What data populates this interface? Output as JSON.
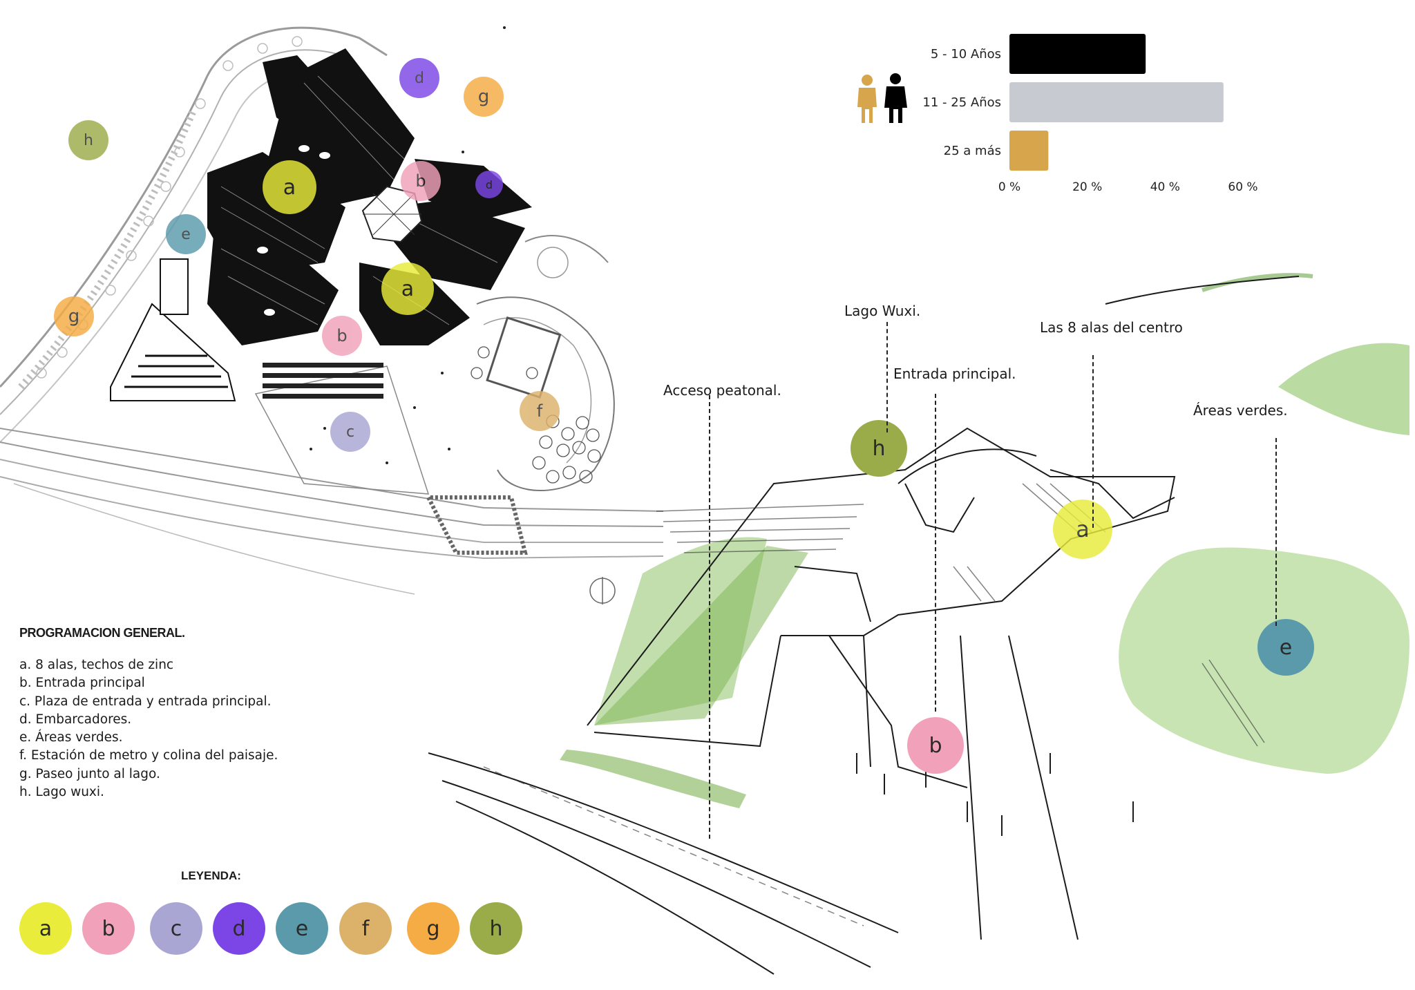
{
  "colors": {
    "a": "#e9ec3a",
    "b": "#f1a1b9",
    "c": "#a9a6d3",
    "d": "#7c46e6",
    "e": "#5a9aab",
    "f": "#dcb26b",
    "g": "#f5ac44",
    "h": "#9aac4a"
  },
  "plan_markers": [
    "a",
    "a",
    "b",
    "b",
    "c",
    "d",
    "d",
    "e",
    "f",
    "g",
    "g",
    "h"
  ],
  "sketch_markers": [
    "h",
    "a",
    "e",
    "b"
  ],
  "callouts": {
    "lago": "Lago Wuxi.",
    "alas": "Las 8 alas del centro",
    "entrada": "Entrada principal.",
    "acceso": "Acceso peatonal.",
    "areas": "Áreas verdes."
  },
  "programacion": {
    "title": "PROGRAMACION GENERAL.",
    "items": [
      "a. 8 alas, techos de zinc",
      "b. Entrada principal",
      "c. Plaza de entrada y entrada principal.",
      "d. Embarcadores.",
      "e. Áreas verdes.",
      "f. Estación de metro y colina del paisaje.",
      "g. Paseo junto al lago.",
      "h. Lago wuxi."
    ]
  },
  "legend": {
    "title": "LEYENDA:",
    "items": [
      "a",
      "b",
      "c",
      "d",
      "e",
      "f",
      "g",
      "h"
    ]
  },
  "chart_data": {
    "type": "bar",
    "orientation": "horizontal",
    "categories": [
      "5 - 10 Años",
      "11 - 25 Años",
      "25 a más"
    ],
    "values": [
      35,
      55,
      10
    ],
    "bar_colors": [
      "#000000",
      "#c8cad1",
      "#d6a54c"
    ],
    "x_ticks": [
      "0 %",
      "20 %",
      "40 %",
      "60 %"
    ],
    "x_tick_values": [
      0,
      20,
      40,
      60
    ],
    "xlim": [
      0,
      60
    ],
    "grid": false,
    "icons": [
      "person-icon",
      "person-icon"
    ]
  }
}
